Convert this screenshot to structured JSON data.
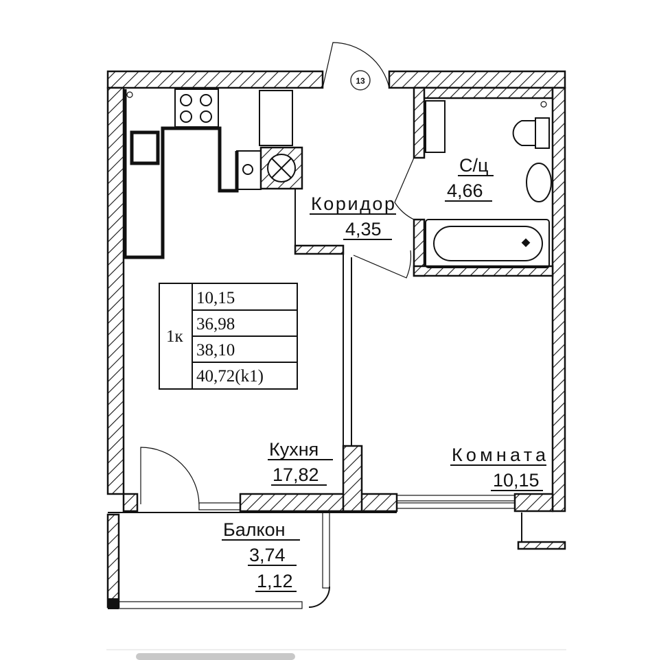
{
  "plan": {
    "entrance_number": "13",
    "rooms": {
      "corridor": {
        "name": "Коридор",
        "area": "4,35"
      },
      "bathroom": {
        "name": "С/ц",
        "area": "4,66"
      },
      "kitchen": {
        "name": "Кухня",
        "area": "17,82"
      },
      "room": {
        "name": "Комната",
        "area": "10,15"
      },
      "balcony": {
        "name": "Балкон",
        "area": "3,74",
        "area_reduced": "1,12"
      }
    },
    "summary": {
      "type": "1к",
      "rows": [
        "10,15",
        "36,98",
        "38,10",
        "40,72(k1)"
      ]
    }
  }
}
